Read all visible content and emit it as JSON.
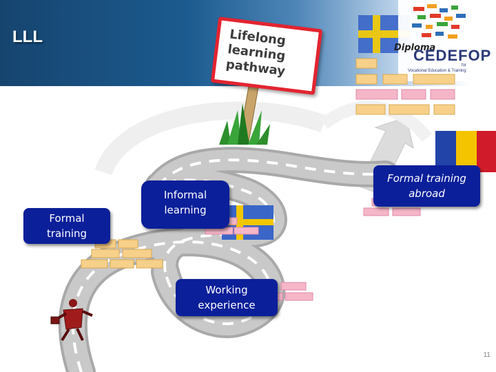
{
  "header": {
    "title": "LLL"
  },
  "sign": {
    "line1": "Lifelong",
    "line2": "learning",
    "line3": "pathway"
  },
  "boxes": {
    "formal_training": {
      "line1": "Formal",
      "line2": "training"
    },
    "informal_learning": {
      "line1": "Informal",
      "line2": "learning"
    },
    "working_experience": {
      "line1": "Working",
      "line2": "experience"
    },
    "formal_training_abroad": {
      "line1": "Formal training",
      "line2": "abroad"
    }
  },
  "diploma": {
    "label": "Diploma"
  },
  "logo": {
    "word": "CEDEFOP",
    "line1": "for",
    "line2": "Vocational Education & Training"
  },
  "footer": {
    "page_number": "11"
  },
  "colors": {
    "header_dark": "#16446f",
    "box_fill": "#0b1f9a",
    "sign_border": "#e32430",
    "brick_yellow": "#f7d08a",
    "brick_pink": "#f5b6c8",
    "road": "#b8b8b8"
  }
}
